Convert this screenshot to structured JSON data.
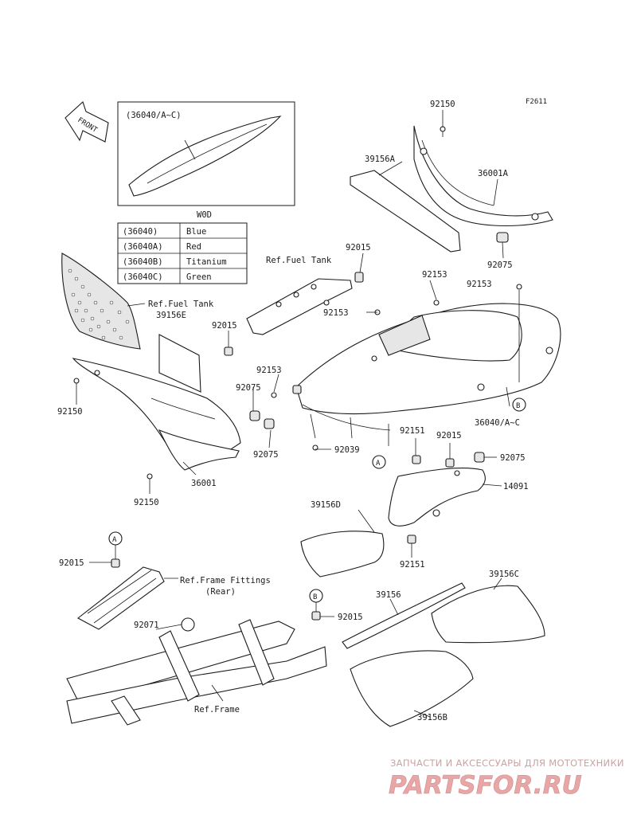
{
  "figure_code": "F2611",
  "front_label": "FRONT",
  "inset": {
    "title": "(36040/A~C)"
  },
  "color_table": {
    "header": "W0D",
    "rows": [
      {
        "part": "(36040)",
        "color": "Blue"
      },
      {
        "part": "(36040A)",
        "color": "Red"
      },
      {
        "part": "(36040B)",
        "color": "Titanium"
      },
      {
        "part": "(36040C)",
        "color": "Green"
      }
    ]
  },
  "callouts": {
    "c92150_top": "92150",
    "c39156A": "39156A",
    "c36001A": "36001A",
    "c92075_top": "92075",
    "c92015_a": "92015",
    "ref_fuel_tank_a": "Ref.Fuel Tank",
    "c92153_a": "92153",
    "c92153_b": "92153",
    "ref_fuel_tank_b": "Ref.Fuel Tank",
    "c39156E": "39156E",
    "c92015_b": "92015",
    "c92153_c": "92153",
    "c92153_d": "92153",
    "c92075_a": "92075",
    "c92150_left": "92150",
    "c36040_AC": "36040/A~C",
    "c92075_b": "92075",
    "c92039": "92039",
    "c36001": "36001",
    "c92150_bottom": "92150",
    "c92151_a": "92151",
    "c92015_c": "92015",
    "c92075_c": "92075",
    "c14091": "14091",
    "c39156D": "39156D",
    "c92151_b": "92151",
    "c92015_d": "92015",
    "ref_frame_fittings": "Ref.Frame Fittings",
    "ref_frame_fittings_sub": "(Rear)",
    "c92071": "92071",
    "c92015_e": "92015",
    "c39156": "39156",
    "c39156C": "39156C",
    "ref_frame": "Ref.Frame",
    "c39156B": "39156B"
  },
  "markers": {
    "a": "A",
    "b": "B"
  },
  "watermark": {
    "subtitle": "ЗАПЧАСТИ И АКСЕССУАРЫ ДЛЯ МОТОТЕХНИКИ",
    "brand": "PARTSFOR.RU"
  }
}
